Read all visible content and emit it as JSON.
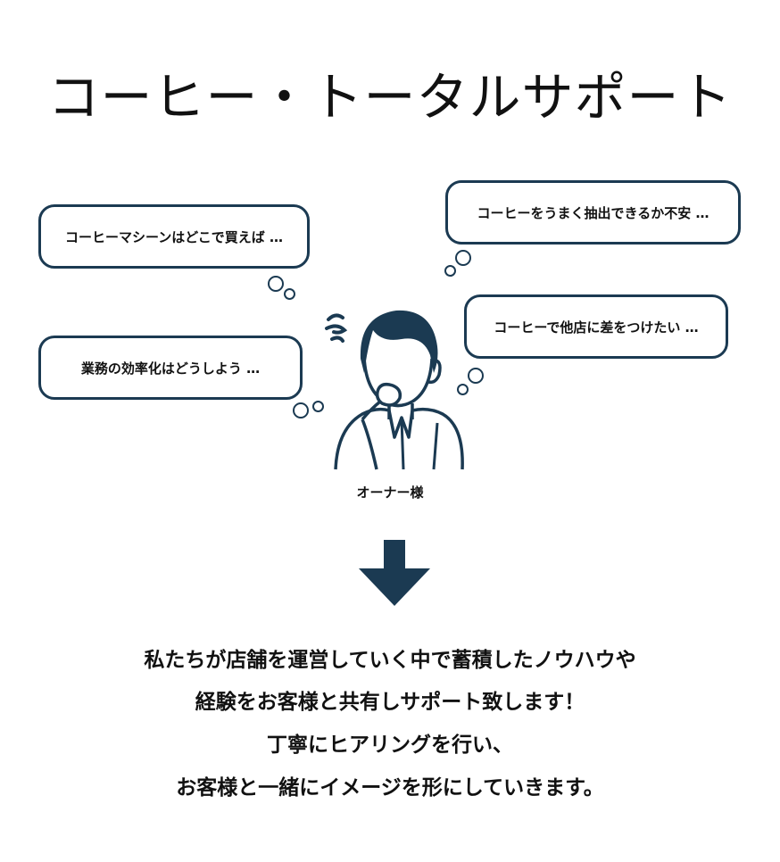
{
  "title": "コーヒー・トータルサポート",
  "bubbles": {
    "machine": "コーヒーマシーンはどこで買えば …",
    "brewing": "コーヒーをうまく抽出できるか不安 …",
    "differentiate": "コーヒーで他店に差をつけたい …",
    "efficiency": "業務の効率化はどうしよう …"
  },
  "owner_label": "オーナー様",
  "description": [
    "私たちが店舗を運営していく中で蓄積したノウハウや",
    "経験をお客様と共有しサポート致します！",
    "丁寧にヒアリングを行い、",
    "お客様と一緒にイメージを形にしていきます。"
  ],
  "colors": {
    "navy": "#1b3a52",
    "text": "#111111"
  },
  "icons": [
    "person-icon",
    "confused-swirl-icon",
    "down-arrow-icon"
  ]
}
